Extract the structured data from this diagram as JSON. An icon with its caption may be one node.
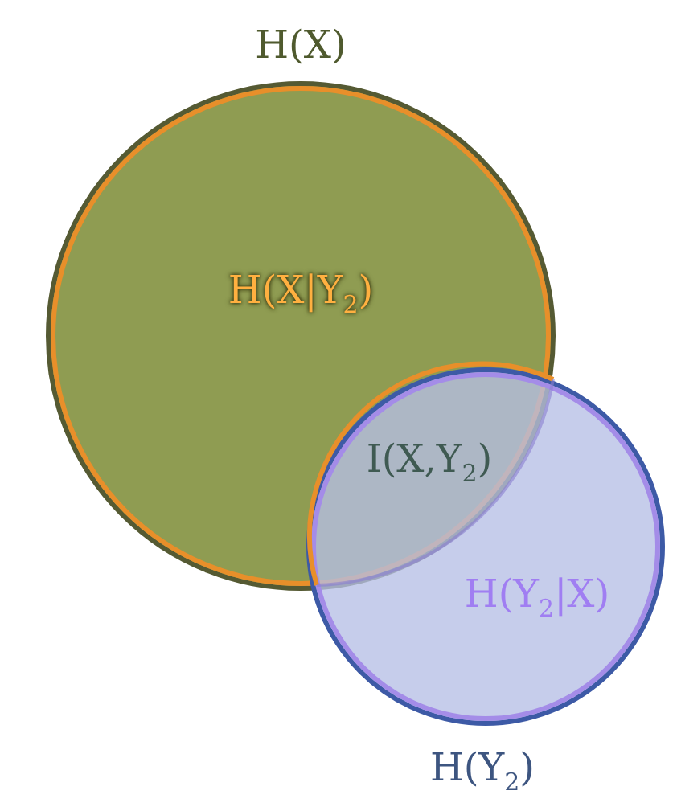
{
  "diagram": {
    "nodes": [
      {
        "text": [
          "H(X|Y$_{2}$)"
        ],
        "beside": [
          "H(X)"
        ]
      },
      {
        "text": [
          "H(Y$_{2}$|X)"
        ],
        "beside": [
          "H(Y$_{2}$)"
        ]
      }
    ],
    "labels": [
      "I(X,Y$_{2}$)"
    ]
  }
}
